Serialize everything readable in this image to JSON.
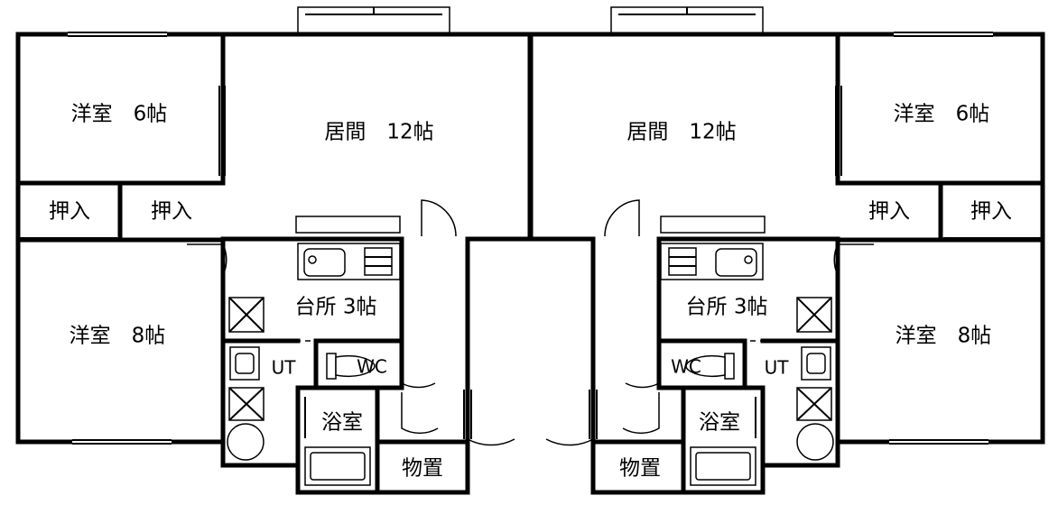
{
  "rooms": {
    "left": {
      "western6": "洋室　6帖",
      "closet_a": "押入",
      "closet_b": "押入",
      "western8": "洋室　8帖",
      "living": "居間　12帖",
      "kitchen": "台所 3帖",
      "ut": "UT",
      "wc": "WC",
      "bath": "浴室",
      "storage": "物置"
    },
    "right": {
      "western6": "洋室　6帖",
      "closet_a": "押入",
      "closet_b": "押入",
      "western8": "洋室　8帖",
      "living": "居間　12帖",
      "kitchen": "台所 3帖",
      "ut": "UT",
      "wc": "WC",
      "bath": "浴室",
      "storage": "物置"
    }
  }
}
